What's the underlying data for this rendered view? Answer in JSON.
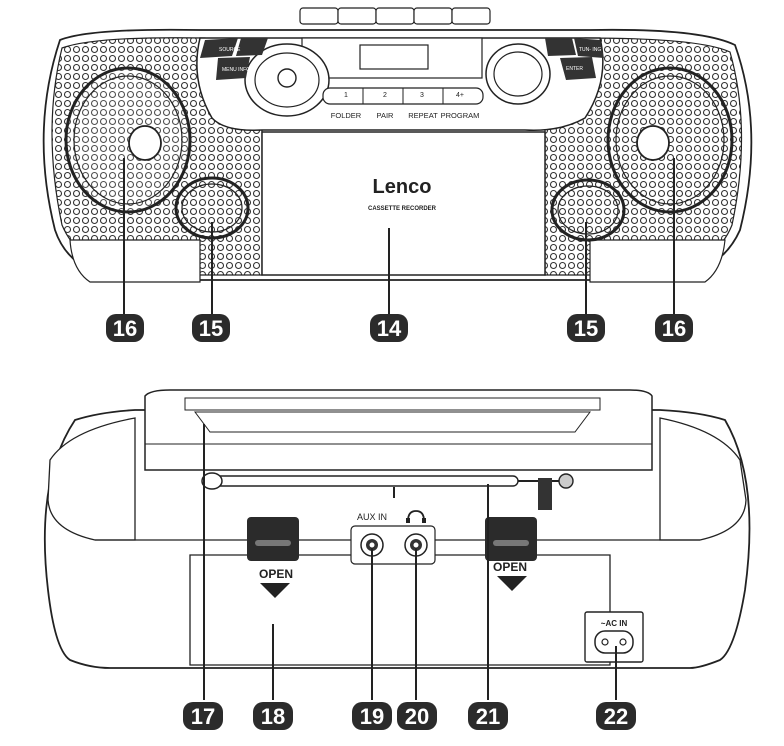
{
  "front": {
    "brand": "Lenco",
    "subtitle": "CASSETTE RECORDER",
    "preset_numbers": [
      "1",
      "2",
      "3",
      "4+"
    ],
    "preset_labels": [
      "FOLDER",
      "PAIR",
      "REPEAT",
      "PROGRAM"
    ],
    "left_buttons": [
      "SOURCE",
      "MENU INFO"
    ],
    "right_buttons": [
      "TUN- ING",
      "ENTER"
    ],
    "callouts": [
      "16",
      "15",
      "14",
      "15",
      "16"
    ]
  },
  "back": {
    "aux_label": "AUX IN",
    "open_label_left": "OPEN",
    "open_label_right": "OPEN",
    "ac_label": "~AC IN",
    "callouts": [
      "17",
      "18",
      "19",
      "20",
      "21",
      "22"
    ]
  },
  "colors": {
    "badge": "#2b2b2b",
    "outline": "#222222",
    "grille": "#e9e9e9"
  }
}
